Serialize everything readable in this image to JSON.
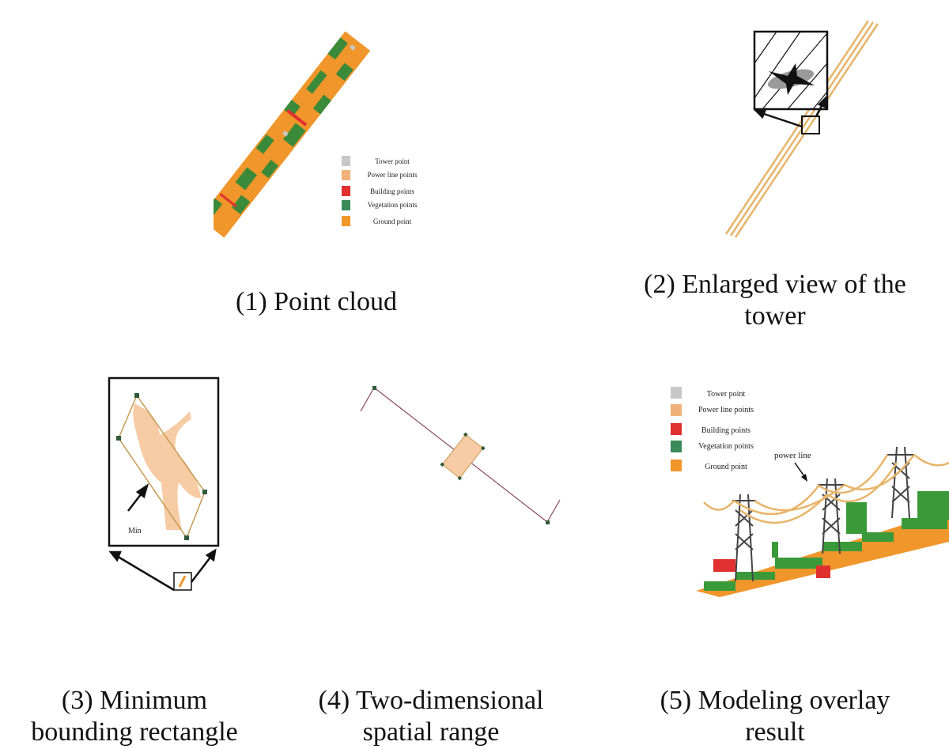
{
  "legend": {
    "items": [
      {
        "label": "Tower point",
        "color": "#c8c8c8"
      },
      {
        "label": "Power line points",
        "color": "#f0b27a"
      },
      {
        "label": "Building points",
        "color": "#e03030"
      },
      {
        "label": "Vegetation points",
        "color": "#3a8a5a"
      },
      {
        "label": "Ground point",
        "color": "#f0962a"
      }
    ]
  },
  "panels": {
    "p1": {
      "caption": "(1) Point cloud"
    },
    "p2": {
      "caption_line1": "(2) Enlarged view of the",
      "caption_line2": "tower"
    },
    "p3": {
      "caption_line1": "(3) Minimum",
      "caption_line2": "bounding rectangle",
      "annotation": "Min"
    },
    "p4": {
      "caption_line1": "(4) Two-dimensional",
      "caption_line2": "spatial range"
    },
    "p5": {
      "caption_line1": "(5) Modeling overlay",
      "caption_line2": "result",
      "annotation": "power line"
    }
  },
  "colors": {
    "ground": "#f0962a",
    "vegetation": "#3a8a3a",
    "building": "#e03030",
    "powerline": "#e8b46a",
    "tower": "#c8c8c8",
    "mbr_fill": "#f7cba3",
    "mbr_edge": "#c89a52",
    "line_dark": "#8a4a5a",
    "vertex": "#2f5a3a"
  }
}
